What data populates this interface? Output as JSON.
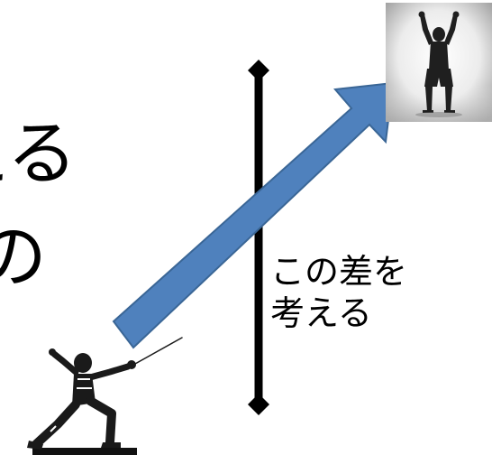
{
  "slide": {
    "cut_text_line1": "える",
    "cut_text_line2": "の"
  },
  "annotation": {
    "line1": "この差を",
    "line2": "考える"
  },
  "colors": {
    "arrow_fill": "#4f81bd",
    "arrow_stroke": "#3a6696",
    "gap_line": "#000000"
  },
  "icons": {
    "fencer": "fencer-lunge-icon",
    "goal_figure": "arms-raised-person-photo"
  }
}
